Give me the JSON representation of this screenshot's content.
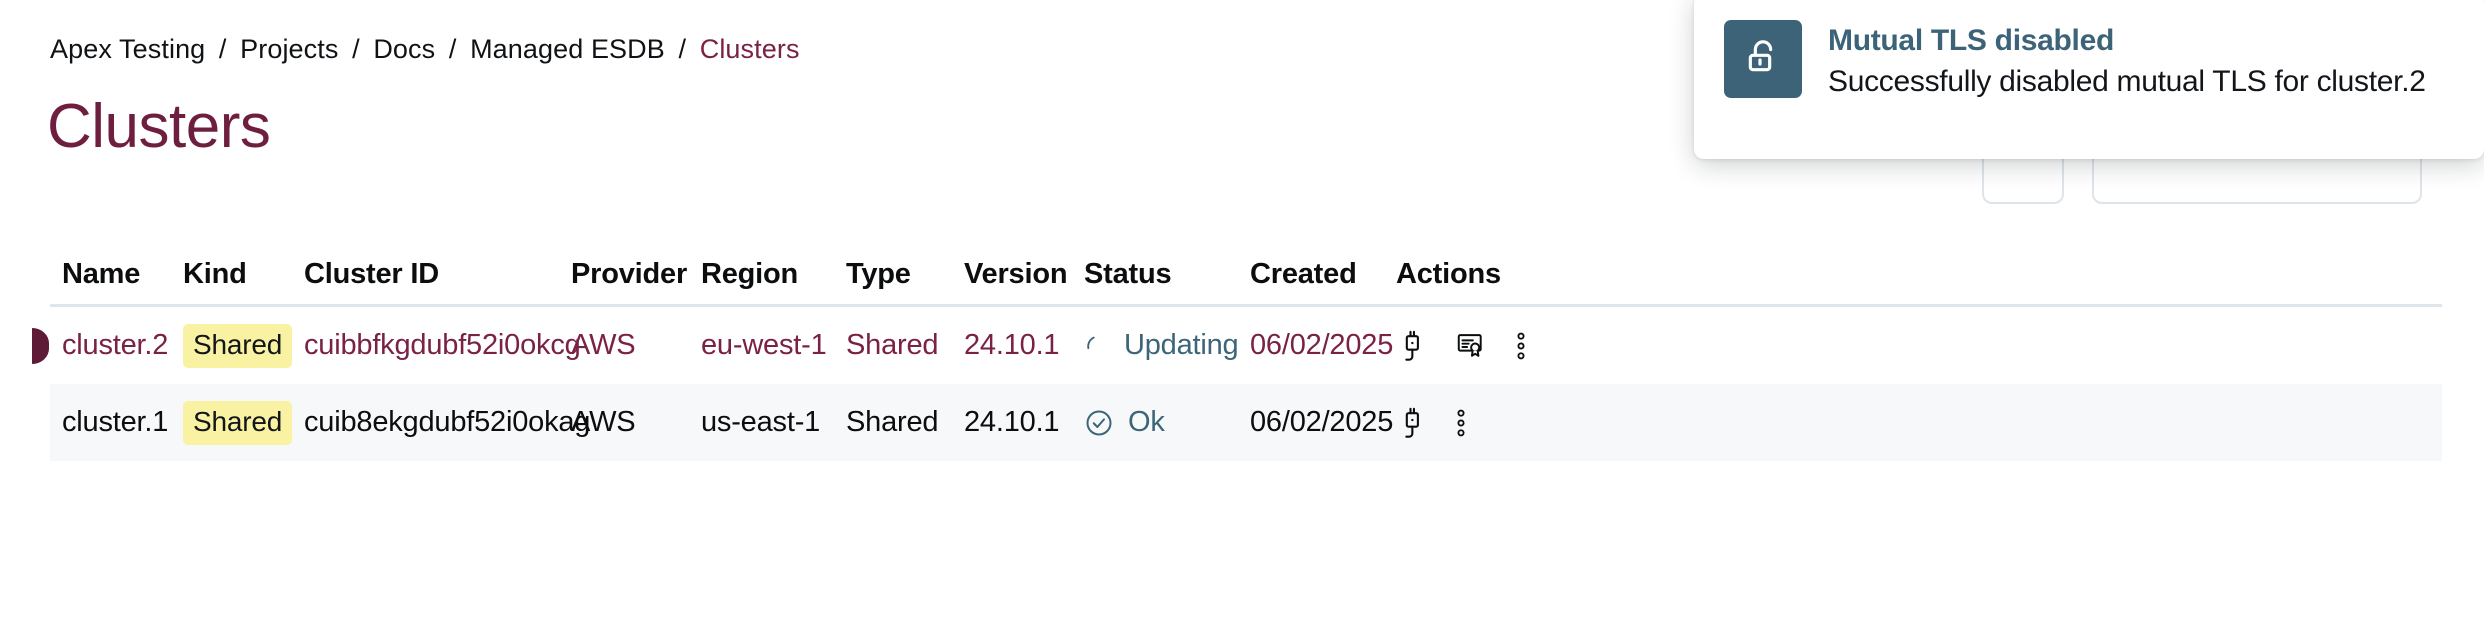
{
  "breadcrumb": {
    "items": [
      {
        "label": "Apex Testing",
        "current": false
      },
      {
        "label": "Projects",
        "current": false
      },
      {
        "label": "Docs",
        "current": false
      },
      {
        "label": "Managed ESDB",
        "current": false
      },
      {
        "label": "Clusters",
        "current": true
      }
    ],
    "separator": "/"
  },
  "page": {
    "title": "Clusters"
  },
  "header_actions": [
    {
      "name": "refresh-button",
      "label": ""
    },
    {
      "name": "create-cluster-button",
      "label": ""
    }
  ],
  "table": {
    "columns": [
      {
        "key": "name",
        "label": "Name"
      },
      {
        "key": "kind",
        "label": "Kind"
      },
      {
        "key": "cluster_id",
        "label": "Cluster ID"
      },
      {
        "key": "provider",
        "label": "Provider"
      },
      {
        "key": "region",
        "label": "Region"
      },
      {
        "key": "type",
        "label": "Type"
      },
      {
        "key": "version",
        "label": "Version"
      },
      {
        "key": "status",
        "label": "Status"
      },
      {
        "key": "created",
        "label": "Created"
      },
      {
        "key": "actions",
        "label": "Actions"
      }
    ],
    "rows": [
      {
        "selected": true,
        "name": "cluster.2",
        "kind": "Shared",
        "cluster_id": "cuibbfkgdubf52i0okcg",
        "provider": "AWS",
        "region": "eu-west-1",
        "type": "Shared",
        "version": "24.10.1",
        "status": "Updating",
        "status_icon": "spinner-icon",
        "created": "06/02/2025",
        "actions": [
          "connect-plug-icon",
          "certificate-icon",
          "more-options-icon"
        ]
      },
      {
        "selected": false,
        "name": "cluster.1",
        "kind": "Shared",
        "cluster_id": "cuib8ekgdubf52i0okag",
        "provider": "AWS",
        "region": "us-east-1",
        "type": "Shared",
        "version": "24.10.1",
        "status": "Ok",
        "status_icon": "check-circle-icon",
        "created": "06/02/2025",
        "actions": [
          "connect-plug-icon",
          "more-options-icon"
        ]
      }
    ]
  },
  "toast": {
    "icon": "unlock-icon",
    "title": "Mutual TLS disabled",
    "message": "Successfully disabled mutual TLS for cluster.2"
  },
  "colors": {
    "accent_maroon": "#7A2146",
    "title_maroon": "#6E1F40",
    "status_teal": "#3C6378",
    "badge_yellow": "#FAF2A3",
    "row_alt_bg": "#F6F8F9",
    "border_gray": "#DFE6EB",
    "text_dark": "#0B0D0F"
  }
}
